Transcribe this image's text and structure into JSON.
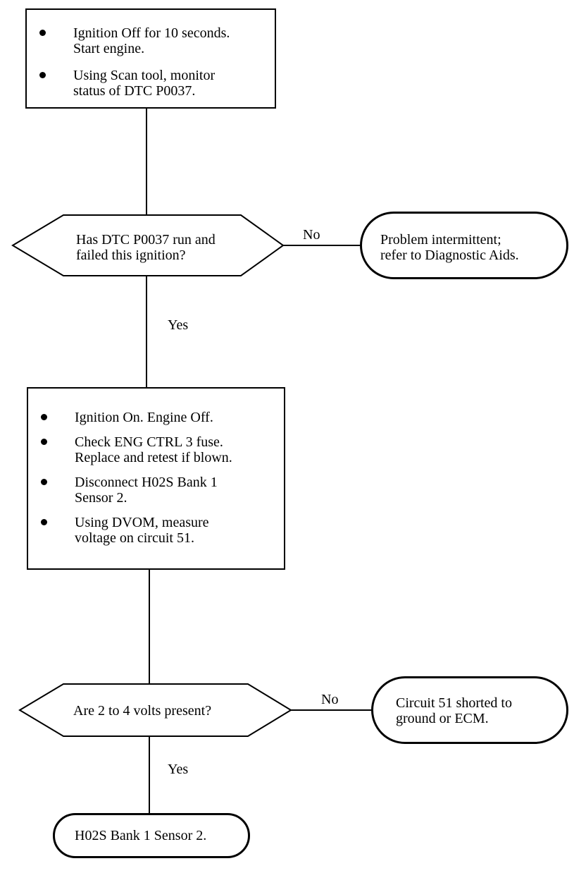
{
  "steps": [
    {
      "bullets": [
        "Ignition Off for 10 seconds.\nStart engine.",
        "Using Scan tool, monitor\nstatus of DTC P0037."
      ]
    },
    {
      "bullets": [
        "Ignition On. Engine Off.",
        "Check ENG CTRL 3 fuse.\nReplace and retest if blown.",
        "Disconnect H02S Bank 1\nSensor 2.",
        "Using DVOM, measure\nvoltage on circuit 51."
      ]
    }
  ],
  "decisions": [
    {
      "text": "Has DTC P0037 run and\nfailed this ignition?",
      "no_label": "No",
      "yes_label": "Yes"
    },
    {
      "text": "Are 2 to 4 volts present?",
      "no_label": "No",
      "yes_label": "Yes"
    }
  ],
  "terminals": [
    {
      "text": "Problem intermittent;\nrefer to Diagnostic Aids."
    },
    {
      "text": "Circuit 51 shorted to\nground or ECM."
    },
    {
      "text": "H02S Bank 1 Sensor 2."
    }
  ]
}
